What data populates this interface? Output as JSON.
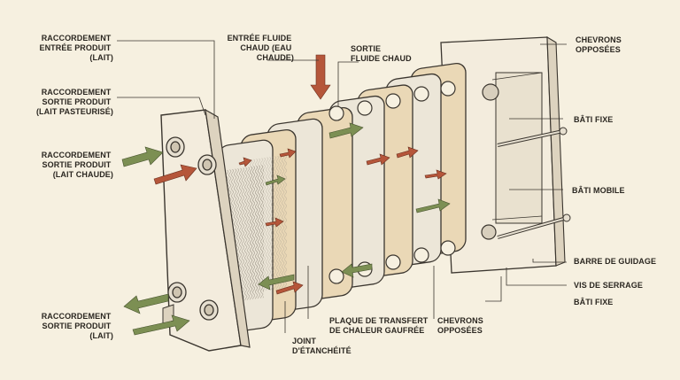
{
  "labels": {
    "raccordement_entree_lait": [
      "RACCORDEMENT",
      "ENTRÉE PRODUIT",
      "(LAIT)"
    ],
    "raccordement_sortie_pasteurise": [
      "RACCORDEMENT",
      "SORTIE PRODUIT",
      "(LAIT PASTEURISÉ)"
    ],
    "raccordement_sortie_chaude": [
      "RACCORDEMENT",
      "SORTIE PRODUIT",
      "(LAIT CHAUDE)"
    ],
    "raccordement_sortie_lait": [
      "RACCORDEMENT",
      "SORTIE PRODUIT",
      "(LAIT)"
    ],
    "entree_fluide_chaud": [
      "ENTRÉE FLUIDE",
      "CHAUD (EAU",
      "CHAUDE)"
    ],
    "sortie_fluide_chaud": [
      "SORTIE",
      "FLUIDE CHAUD"
    ],
    "chevrons_opposees_top": [
      "CHEVRONS",
      "OPPOSÉES"
    ],
    "bati_fixe_top": [
      "BÂTI FIXE"
    ],
    "bati_mobile": [
      "BÂTI MOBILE"
    ],
    "barre_de_guidage": [
      "BARRE DE GUIDAGE"
    ],
    "vis_de_serrage": [
      "VIS DE SERRAGE"
    ],
    "bati_fixe_bottom": [
      "BÂTI FIXE"
    ],
    "plaque_transfert": [
      "PLAQUE DE TRANSFERT",
      "DE CHALEUR GAUFRÉE"
    ],
    "chevrons_opposees_bottom": [
      "CHEVRONS",
      "OPPOSÉES"
    ],
    "joint_etancheite": [
      "JOINT",
      "D'ÉTANCHÉITÉ"
    ]
  },
  "colors": {
    "background": "#f6f0e0",
    "ink": "#2b2721",
    "frame": "#f3ecdd",
    "plate": "#ece6d8",
    "plate_tan": "#ead8b6",
    "hot_arrow": "#b5563a",
    "cold_arrow": "#7c8f53"
  }
}
